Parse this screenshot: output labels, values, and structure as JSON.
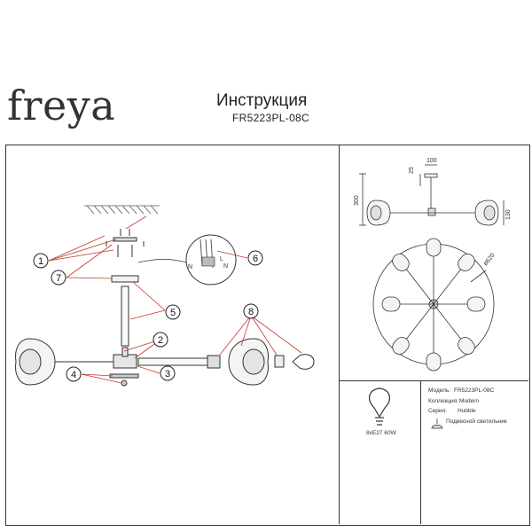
{
  "header": {
    "brand": "freya",
    "title": "Инструкция",
    "model_code": "FR5223PL-08C"
  },
  "assembly": {
    "callouts": [
      "1",
      "2",
      "3",
      "4",
      "5",
      "6",
      "7",
      "8"
    ]
  },
  "dimensions": {
    "width_top": "100",
    "drop_short": "25",
    "height_total": "300",
    "height_side": "130",
    "diameter": "ø620"
  },
  "bulb": {
    "label": "8xE27 60W"
  },
  "spec": {
    "model_label": "Модель:",
    "model_value": "FR5223PL-08C",
    "collection_label": "Коллекция:",
    "collection_value": "Modern",
    "series_label": "Серия:",
    "series_value": "Hubble",
    "type_value": "Подвесной светильник"
  }
}
